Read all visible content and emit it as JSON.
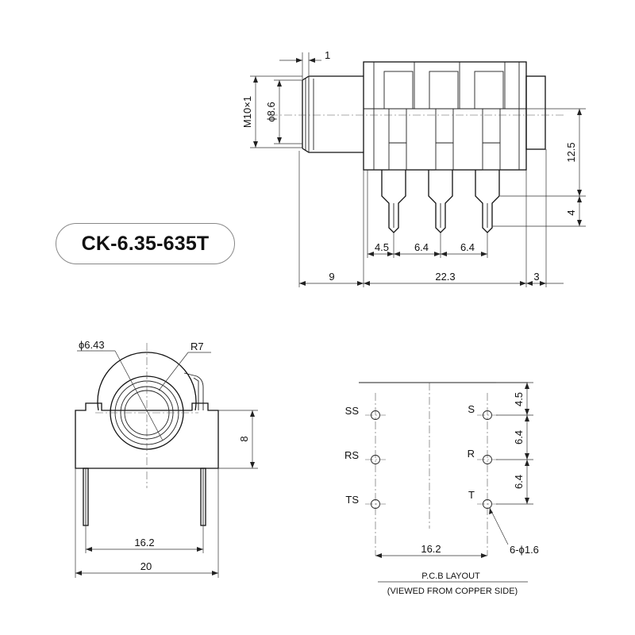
{
  "title": "CK-6.35-635T",
  "side_view": {
    "thread": "M10×1",
    "bore_dia": "ϕ8.6",
    "collar": "1",
    "height_body": "12.5",
    "pin_len": "4",
    "pin_pitch_first": "4.5",
    "pin_pitch_a": "6.4",
    "pin_pitch_b": "6.4",
    "front_len": "9",
    "body_len": "22.3",
    "rear_len": "3"
  },
  "front_view": {
    "hole_dia": "ϕ6.43",
    "radius": "R7",
    "height": "8",
    "pin_span": "16.2",
    "width": "20"
  },
  "pcb_layout": {
    "left_labels": [
      "SS",
      "RS",
      "TS"
    ],
    "right_labels": [
      "S",
      "R",
      "T"
    ],
    "top_offset": "4.5",
    "pitch_a": "6.4",
    "pitch_b": "6.4",
    "span": "16.2",
    "holes": "6-ϕ1.6",
    "caption_1": "P.C.B LAYOUT",
    "caption_2": "(VIEWED FROM COPPER SIDE)"
  }
}
